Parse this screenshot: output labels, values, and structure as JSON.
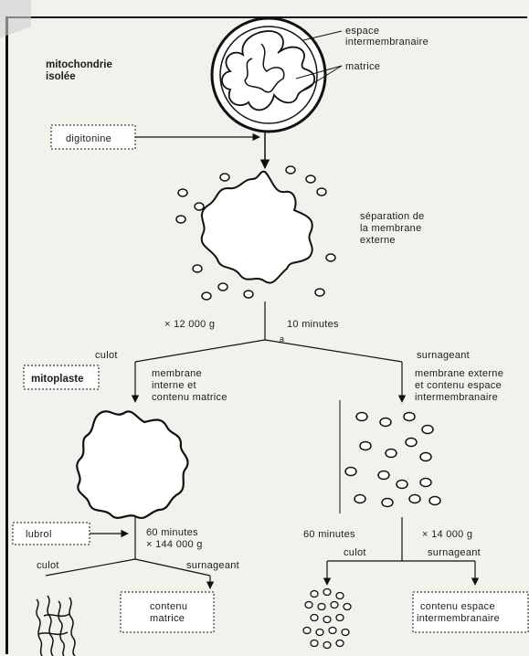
{
  "labels": {
    "mitochondrie": [
      "mitochondrie",
      "isolée"
    ],
    "espace_intermembranaire": [
      "espace",
      "intermembranaire"
    ],
    "matrice": "matrice",
    "digitonine": "digitonine",
    "separation": [
      "séparation de",
      "la membrane",
      "externe"
    ],
    "force_1": "× 12 000 g",
    "time_1": "10 minutes",
    "culot_left": "culot",
    "mitoplaste": "mitoplaste",
    "membrane_interne": [
      "membrane",
      "interne et",
      "contenu matrice"
    ],
    "surnageant_right": "surnageant",
    "membrane_externe": [
      "membrane externe",
      "et contenu espace",
      "intermembranaire"
    ],
    "lubrol": "lubrol",
    "time_2": "60 minutes",
    "force_2": "× 144 000 g",
    "culot_ll": "culot",
    "surnageant_lr": "surnageant",
    "contenu_matrice": [
      "contenu",
      "matrice"
    ],
    "time_3": "60 minutes",
    "force_3": "× 14 000 g",
    "culot_rl": "culot",
    "surnageant_rr": "surnageant",
    "contenu_espace": [
      "contenu espace",
      "intermembranaire"
    ],
    "mark": "a"
  }
}
